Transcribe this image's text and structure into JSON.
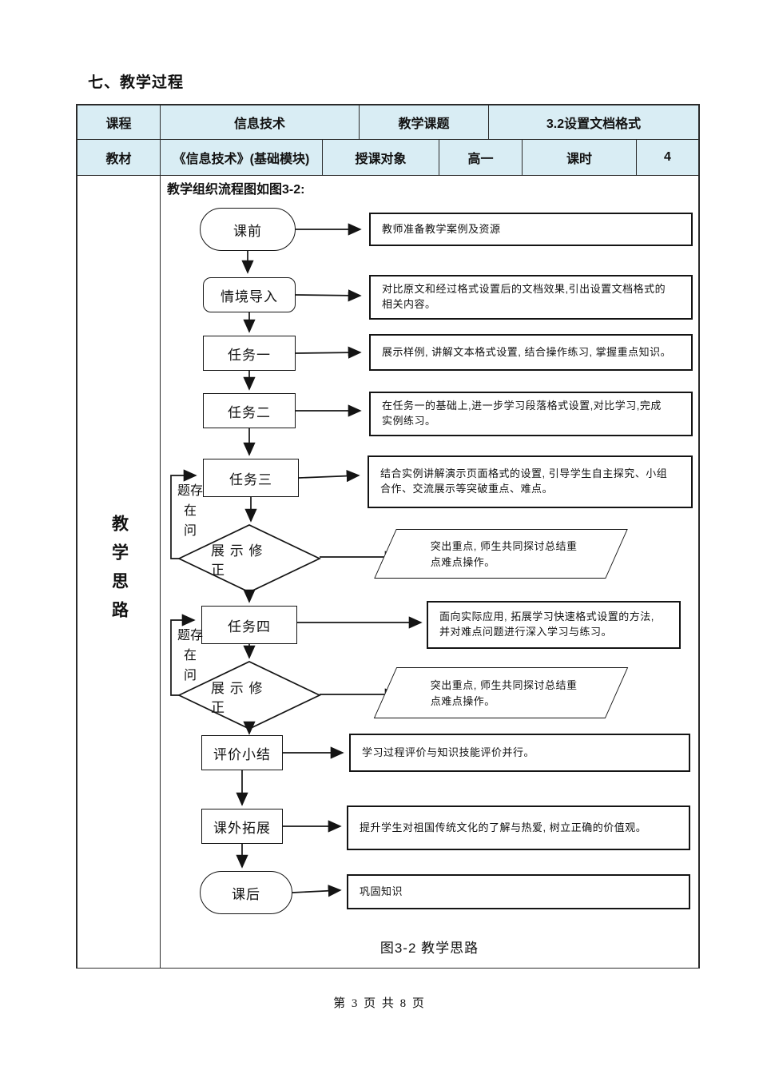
{
  "page": {
    "section_title": "七、教学过程",
    "footer": "第 3 页 共 8 页"
  },
  "colors": {
    "header_cell_bg": "#d9edf4",
    "table_border": "#2a2a2a",
    "line_color": "#141414",
    "page_bg": "#ffffff"
  },
  "table": {
    "row1": {
      "c1": "课程",
      "c2": "信息技术",
      "c3": "教学课题",
      "c4": "3.2设置文档格式"
    },
    "row2": {
      "c1": "教材",
      "c2": "《信息技术》(基础模块)",
      "c3": "授课对象",
      "c4": "高一",
      "c5": "课时",
      "c6": "4"
    },
    "row3_label": "教学思路"
  },
  "flow": {
    "heading": "教学组织流程图如图3-2:",
    "caption": "图3-2 教学思路",
    "nodes": {
      "pre_class": "课前",
      "intro": "情境导入",
      "task1": "任务一",
      "task2": "任务二",
      "task3": "任务三",
      "task4": "任务四",
      "review": "评价小结",
      "extend": "课外拓展",
      "post_class": "课后"
    },
    "decision1": "展 示 修\n正",
    "decision2": "展 示 修\n正",
    "loop_label1": "题存\n在\n问",
    "loop_label2": "题存\n在\n问",
    "desc": {
      "pre_class": "教师准备教学案例及资源",
      "intro": "对比原文和经过格式设置后的文档效果,引出设置文档格式的\n相关内容。",
      "task1": "展示样例, 讲解文本格式设置, 结合操作练习, 掌握重点知识。",
      "task2": "在任务一的基础上,进一步学习段落格式设置,对比学习,完成\n实例练习。",
      "task3": "结合实例讲解演示页面格式的设置, 引导学生自主探究、小组\n合作、交流展示等突破重点、难点。",
      "decision1_out": "突出重点, 师生共同探讨总结重\n点难点操作。",
      "task4": "面向实际应用, 拓展学习快速格式设置的方法,\n并对难点问题进行深入学习与练习。",
      "decision2_out": "突出重点, 师生共同探讨总结重\n点难点操作。",
      "review": "学习过程评价与知识技能评价并行。",
      "extend": "提升学生对祖国传统文化的了解与热爱, 树立正确的价值观。",
      "post_class": "巩固知识"
    }
  }
}
